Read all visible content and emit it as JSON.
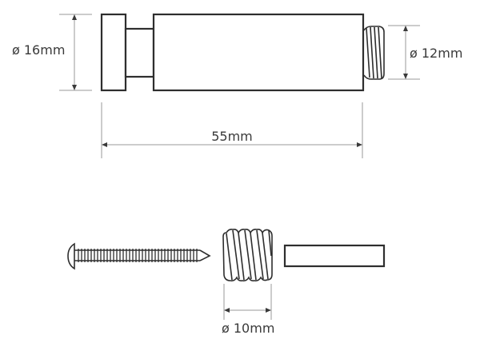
{
  "diagram": {
    "assembled_view": {
      "parts": [
        "cap",
        "neck",
        "body",
        "threaded-stub"
      ],
      "dimensions": {
        "head_diameter": "ø 16mm",
        "thread_diameter": "ø 12mm",
        "total_length": "55mm"
      }
    },
    "exploded_view": {
      "parts": [
        "screw",
        "threaded-insert",
        "rod"
      ],
      "dimensions": {
        "insert_diameter": "ø 10mm"
      }
    },
    "colors": {
      "outline": "#2e2e2e",
      "dimension_line": "#9a9a9a",
      "text": "#3a3a3a",
      "background": "#ffffff"
    }
  }
}
